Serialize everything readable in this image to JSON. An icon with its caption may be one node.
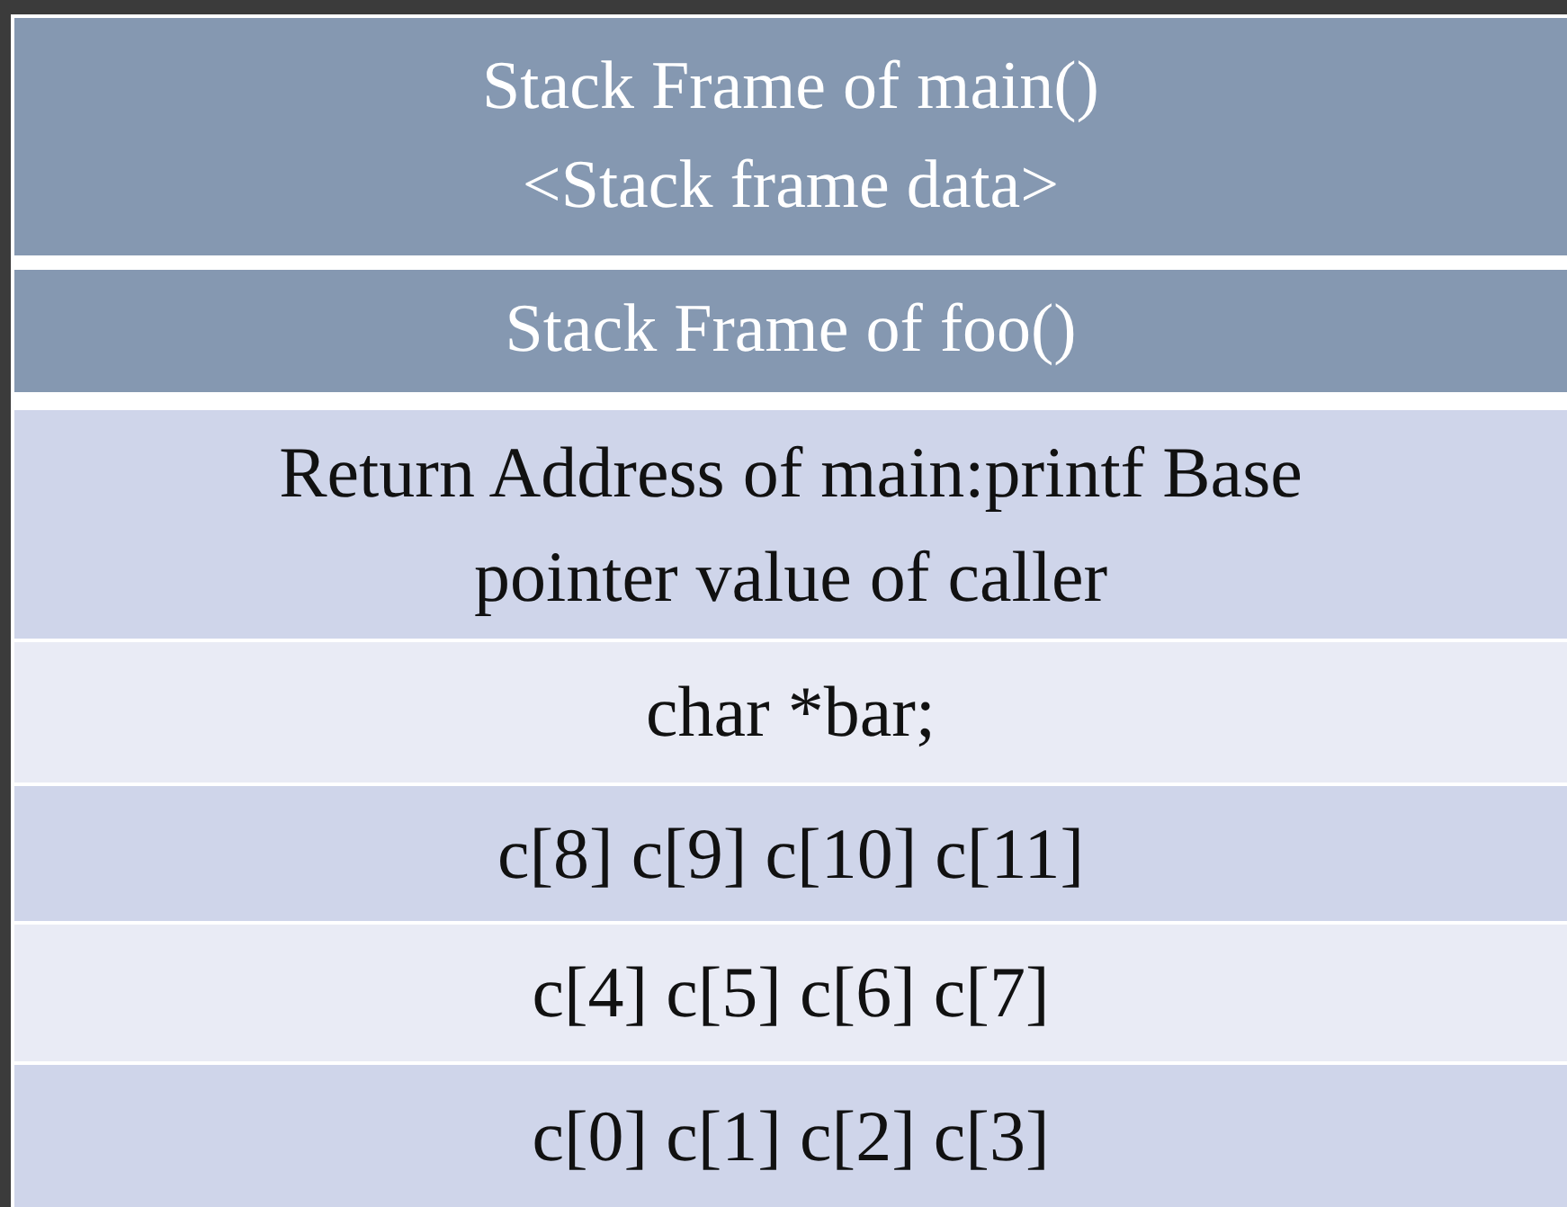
{
  "diagram": {
    "nodes": [
      {
        "text": [
          "Stack Frame of main()",
          "<Stack frame data>"
        ]
      },
      {
        "text": [
          "Stack Frame of foo()"
        ]
      },
      {
        "text": [
          "Return Address of main:printf Base pointer value of caller"
        ]
      },
      {
        "text": [
          "char *bar;"
        ]
      },
      {
        "text": [
          "c[8] c[9] c[10] c[11]"
        ]
      },
      {
        "text": [
          "c[4] c[5] c[6] c[7]"
        ]
      },
      {
        "text": [
          "c[0] c[1] c[2] c[3]"
        ]
      }
    ]
  }
}
